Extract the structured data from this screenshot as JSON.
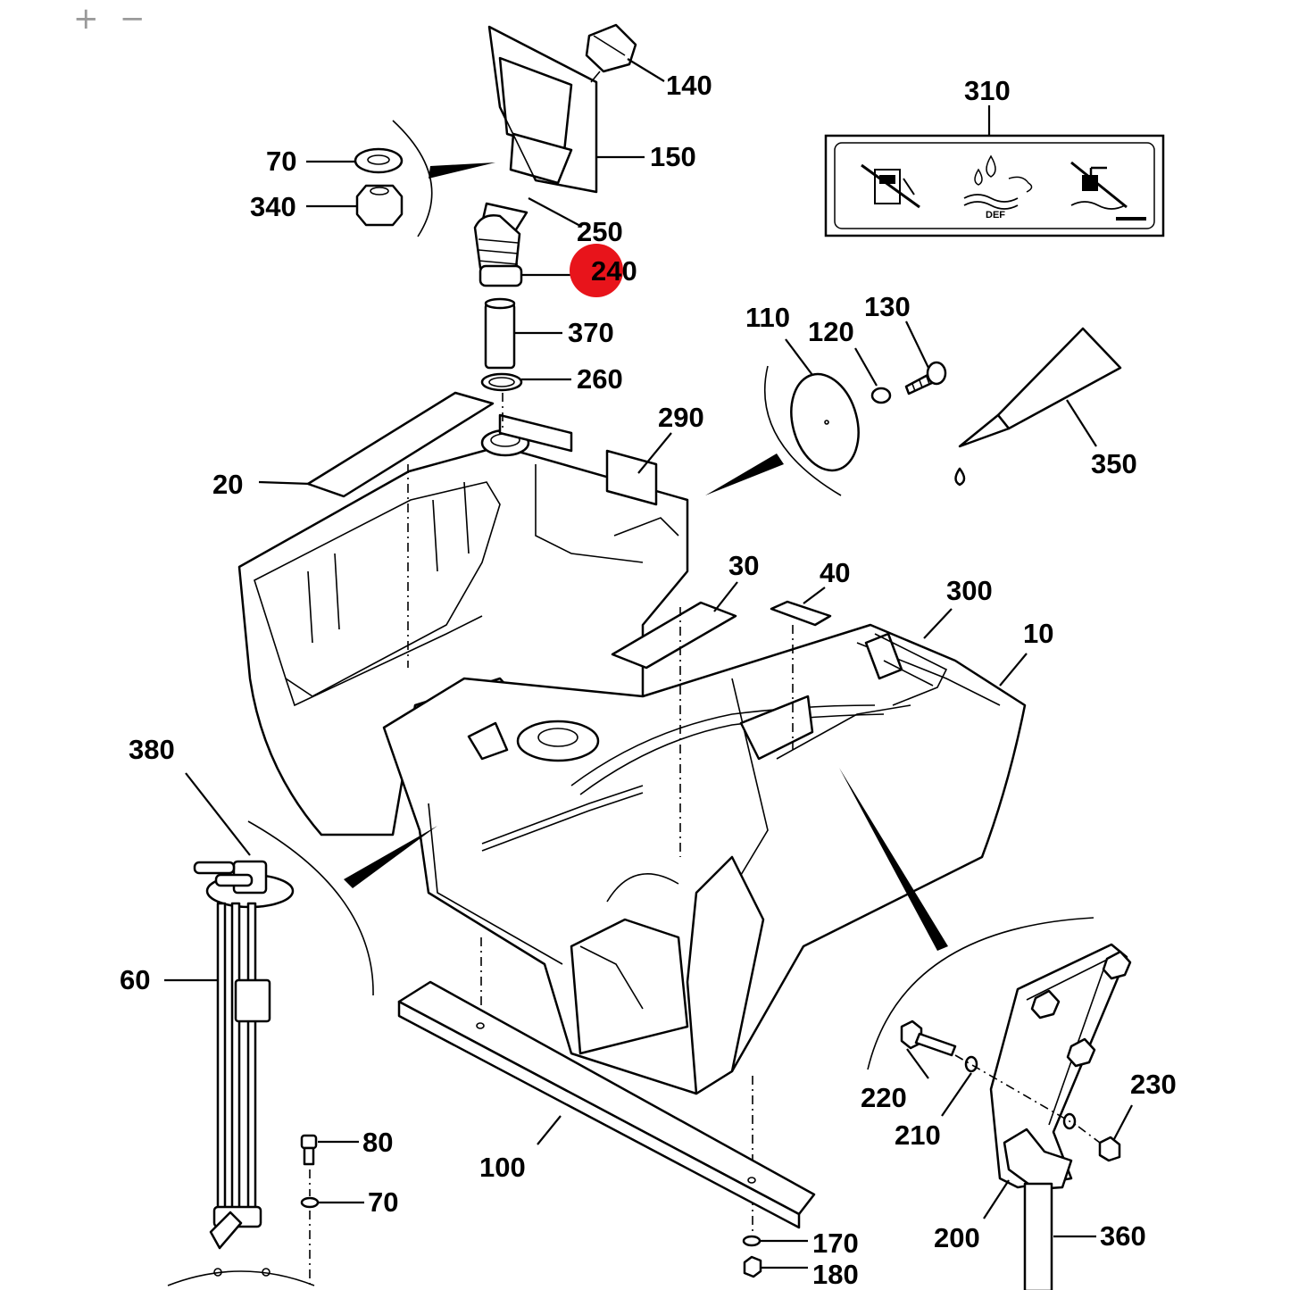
{
  "toolbar": {
    "zoom_in": "+",
    "zoom_out": "−"
  },
  "highlight_color": "#e8141b",
  "highlighted_callout": "240",
  "callouts": {
    "c140": "140",
    "c150": "150",
    "c70a": "70",
    "c340": "340",
    "c250": "250",
    "c240": "240",
    "c370": "370",
    "c260": "260",
    "c310": "310",
    "c110": "110",
    "c120": "120",
    "c130": "130",
    "c350": "350",
    "c290": "290",
    "c20": "20",
    "c30": "30",
    "c40": "40",
    "c300": "300",
    "c10": "10",
    "c380": "380",
    "c60": "60",
    "c80": "80",
    "c70b": "70",
    "c100": "100",
    "c170": "170",
    "c180": "180",
    "c220": "220",
    "c210": "210",
    "c230": "230",
    "c200": "200",
    "c360": "360"
  },
  "decal": {
    "def_label": "DEF"
  },
  "icons": [
    "no-fuel-pump-icon",
    "def-fluid-icon",
    "no-water-tap-icon",
    "droplet-icon"
  ]
}
